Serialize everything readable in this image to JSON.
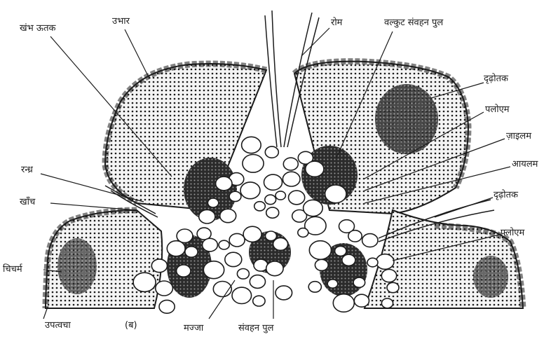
{
  "figure": {
    "panel_tag": "(ब)",
    "labels": {
      "khambh_utak": "खंभ ऊतक",
      "ubhar": "उभार",
      "rom": "रोम",
      "valkut_sanvahan_pul": "वल्कुट संवहन पुल",
      "dridhotak_top": "दृढ़ोतक",
      "pallogen": "पलोएम",
      "zylem": "ज़ाइलम",
      "jaylam": "आयलम",
      "randhra": "रन्ध्र",
      "khanch": "खाँच",
      "dridhotak_right": "दृढ़ोतक",
      "floyem": "फ्लोएम",
      "chirm": "चिचर्म",
      "upatwacha": "उपत्वचा",
      "majja": "मज्जा",
      "sanvahan_pul": "संवहन पुल"
    }
  },
  "colors": {
    "ink": "#1b1b1b",
    "dark_tissue": "#3a3a3a",
    "paper": "#ffffff"
  }
}
